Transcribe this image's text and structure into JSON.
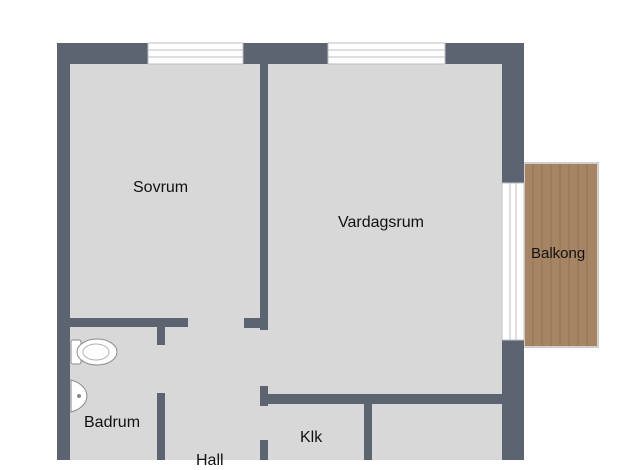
{
  "rooms": {
    "sovrum": "Sovrum",
    "vardagsrum": "Vardagsrum",
    "balkong": "Balkong",
    "badrum": "Badrum",
    "klk": "Klk",
    "hall": "Hall"
  },
  "colors": {
    "wall": "#5b6470",
    "floor": "#d8d8d8",
    "deck": "#a68464",
    "deck_line": "#8c6c4f",
    "window": "#ffffff",
    "fixture": "#ffffff"
  }
}
